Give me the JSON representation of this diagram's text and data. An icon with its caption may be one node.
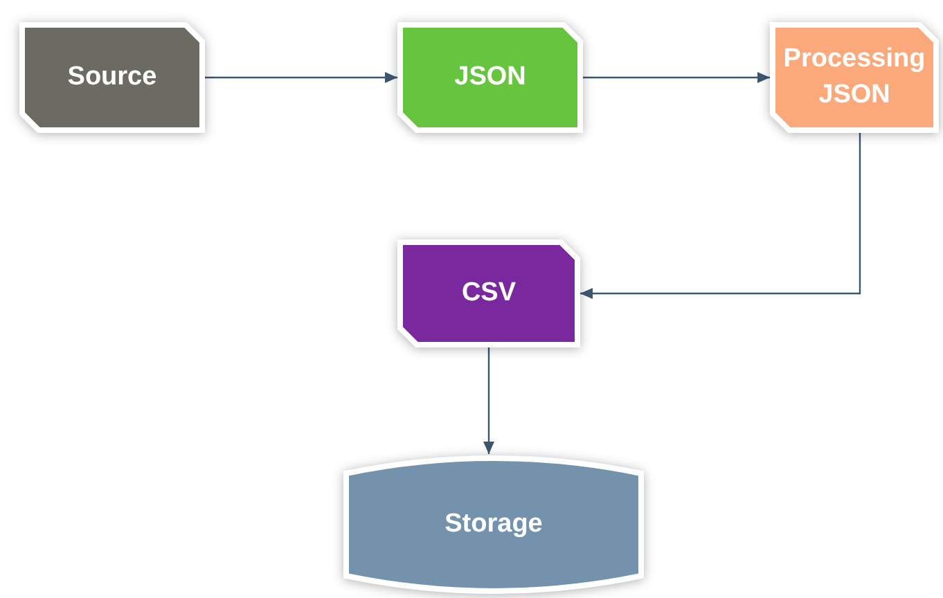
{
  "diagram": {
    "nodes": [
      {
        "text": [
          "Source"
        ]
      },
      {
        "text": [
          "JSON"
        ]
      },
      {
        "text": [
          "Processing JSON"
        ]
      },
      {
        "text": [
          "CSV"
        ]
      },
      {
        "text": [
          "Storage"
        ]
      }
    ],
    "edges": [
      {
        "from": 0,
        "to": 1,
        "arrow": "to"
      },
      {
        "from": 1,
        "to": 2,
        "arrow": "to"
      },
      {
        "from": 2,
        "to": 3,
        "arrow": "to"
      },
      {
        "from": 3,
        "to": 4,
        "arrow": "to"
      }
    ]
  }
}
